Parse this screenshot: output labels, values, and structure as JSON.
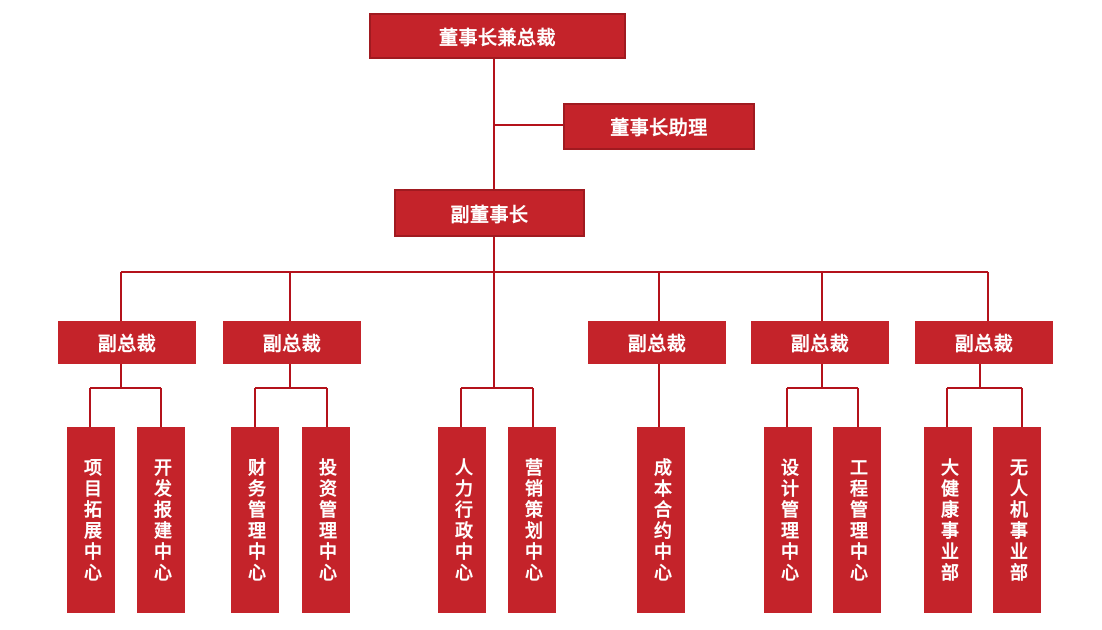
{
  "org_chart": {
    "chairman": "董事长兼总裁",
    "assistant": "董事长助理",
    "vice_chairman": "副董事长",
    "vps": [
      {
        "label": "副总裁",
        "depts": [
          "项目拓展中心",
          "开发报建中心"
        ]
      },
      {
        "label": "副总裁",
        "depts": [
          "财务管理中心",
          "投资管理中心"
        ]
      },
      {
        "label": "副总裁",
        "depts": [
          "成本合约中心"
        ]
      },
      {
        "label": "副总裁",
        "depts": [
          "设计管理中心",
          "工程管理中心"
        ]
      },
      {
        "label": "副总裁",
        "depts": [
          "大健康事业部",
          "无人机事业部"
        ]
      }
    ],
    "direct_depts": [
      "人力行政中心",
      "营销策划中心"
    ]
  },
  "colors": {
    "box_fill": "#c4232a",
    "box_border": "#a01a20",
    "line": "#b4121b",
    "text": "#ffffff"
  }
}
